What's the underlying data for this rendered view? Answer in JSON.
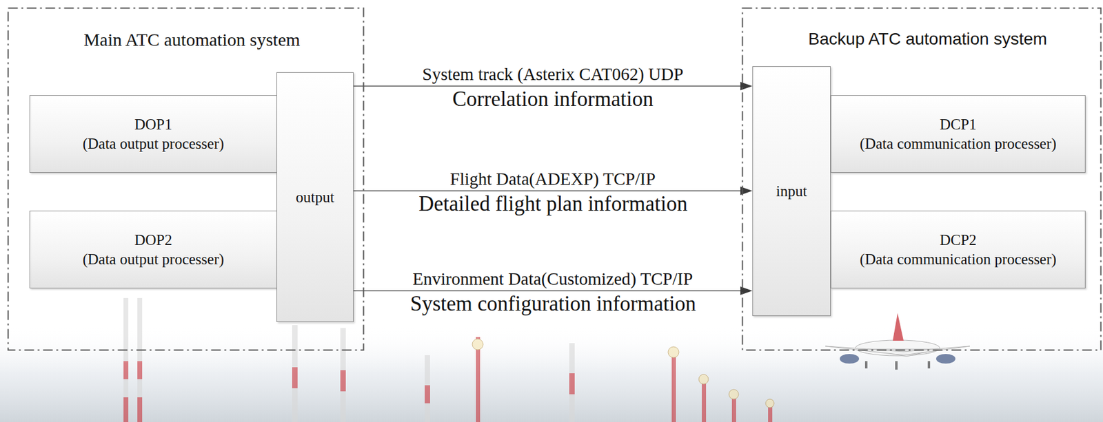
{
  "diagram": {
    "nodes": [
      {
        "text": [
          "Main ATC automation system"
        ]
      },
      {
        "text": [
          "DOP1",
          "(Data output processer)"
        ],
        "in": 0
      },
      {
        "text": [
          "DOP2",
          "(Data output processer)"
        ],
        "in": 0
      },
      {
        "text": [
          "output"
        ],
        "in": 0
      },
      {
        "text": [
          "Backup ATC automation system"
        ]
      },
      {
        "text": [
          "input"
        ],
        "in": 4
      },
      {
        "text": [
          "DCP1",
          "(Data communication processer)"
        ],
        "in": 4
      },
      {
        "text": [
          "DCP2",
          "(Data communication processer)"
        ],
        "in": 4
      }
    ],
    "edges": [
      {
        "from": 3,
        "to": 5,
        "arrow": "to",
        "label": "System track (Asterix CAT062) UDP"
      },
      {
        "from": 3,
        "to": 5,
        "arrow": "to",
        "label": "Flight Data(ADEXP) TCP/IP"
      },
      {
        "from": 3,
        "to": 5,
        "arrow": "to",
        "label": "Environment Data(Customized) TCP/IP"
      }
    ],
    "labels": [
      "Correlation information",
      "Detailed flight plan information",
      "System configuration information"
    ]
  }
}
